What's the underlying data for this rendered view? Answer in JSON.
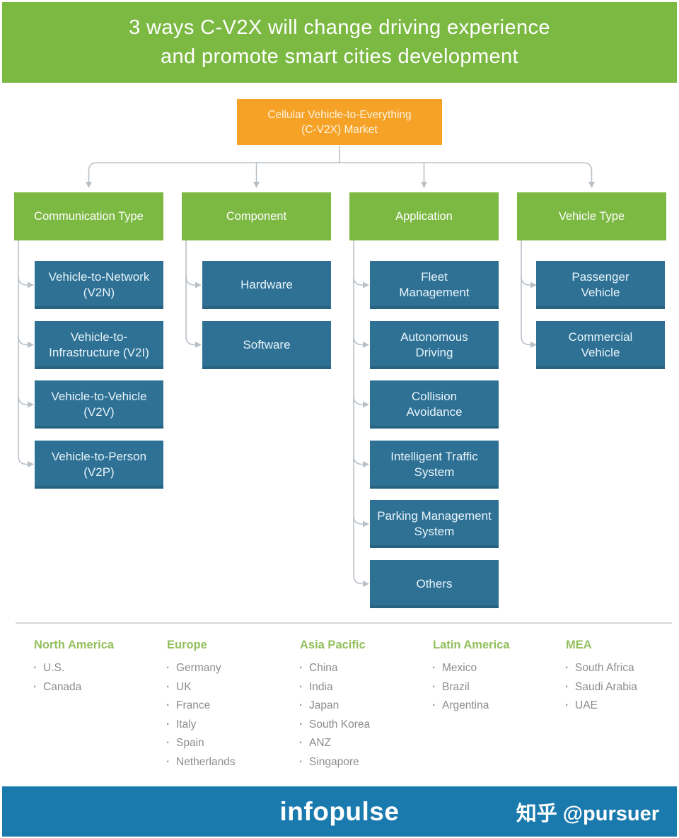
{
  "header": {
    "title_line1": "3 ways C-V2X will change driving experience",
    "title_line2": "and promote smart cities development"
  },
  "root": {
    "label": "Cellular Vehicle-to-Everything\n(C-V2X) Market"
  },
  "columns": [
    {
      "label": "Communication Type",
      "items": [
        "Vehicle-to-Network\n(V2N)",
        "Vehicle-to-\nInfrastructure (V2I)",
        "Vehicle-to-Vehicle\n(V2V)",
        "Vehicle-to-Person\n(V2P)"
      ]
    },
    {
      "label": "Component",
      "items": [
        "Hardware",
        "Software"
      ]
    },
    {
      "label": "Application",
      "items": [
        "Fleet\nManagement",
        "Autonomous\nDriving",
        "Collision\nAvoidance",
        "Intelligent Traffic\nSystem",
        "Parking Management\nSystem",
        "Others"
      ]
    },
    {
      "label": "Vehicle Type",
      "items": [
        "Passenger\nVehicle",
        "Commercial\nVehicle"
      ]
    }
  ],
  "regions": [
    {
      "title": "North America",
      "items": [
        "U.S.",
        "Canada"
      ]
    },
    {
      "title": "Europe",
      "items": [
        "Germany",
        "UK",
        "France",
        "Italy",
        "Spain",
        "Netherlands"
      ]
    },
    {
      "title": "Asia Pacific",
      "items": [
        "China",
        "India",
        "Japan",
        "South Korea",
        "ANZ",
        "Singapore"
      ]
    },
    {
      "title": "Latin America",
      "items": [
        "Mexico",
        "Brazil",
        "Argentina"
      ]
    },
    {
      "title": "MEA",
      "items": [
        "South Africa",
        "Saudi Arabia",
        "UAE"
      ]
    }
  ],
  "footer": {
    "brand": "infopulse",
    "watermark": "知乎 @pursuer"
  },
  "colors": {
    "green": "#7cb943",
    "orange": "#f5a227",
    "node_blue": "#2e7195",
    "footer_blue": "#1b7aad",
    "connector": "#b9c0c6",
    "region_title": "#92bf5c",
    "region_item": "#8c8c8c"
  }
}
